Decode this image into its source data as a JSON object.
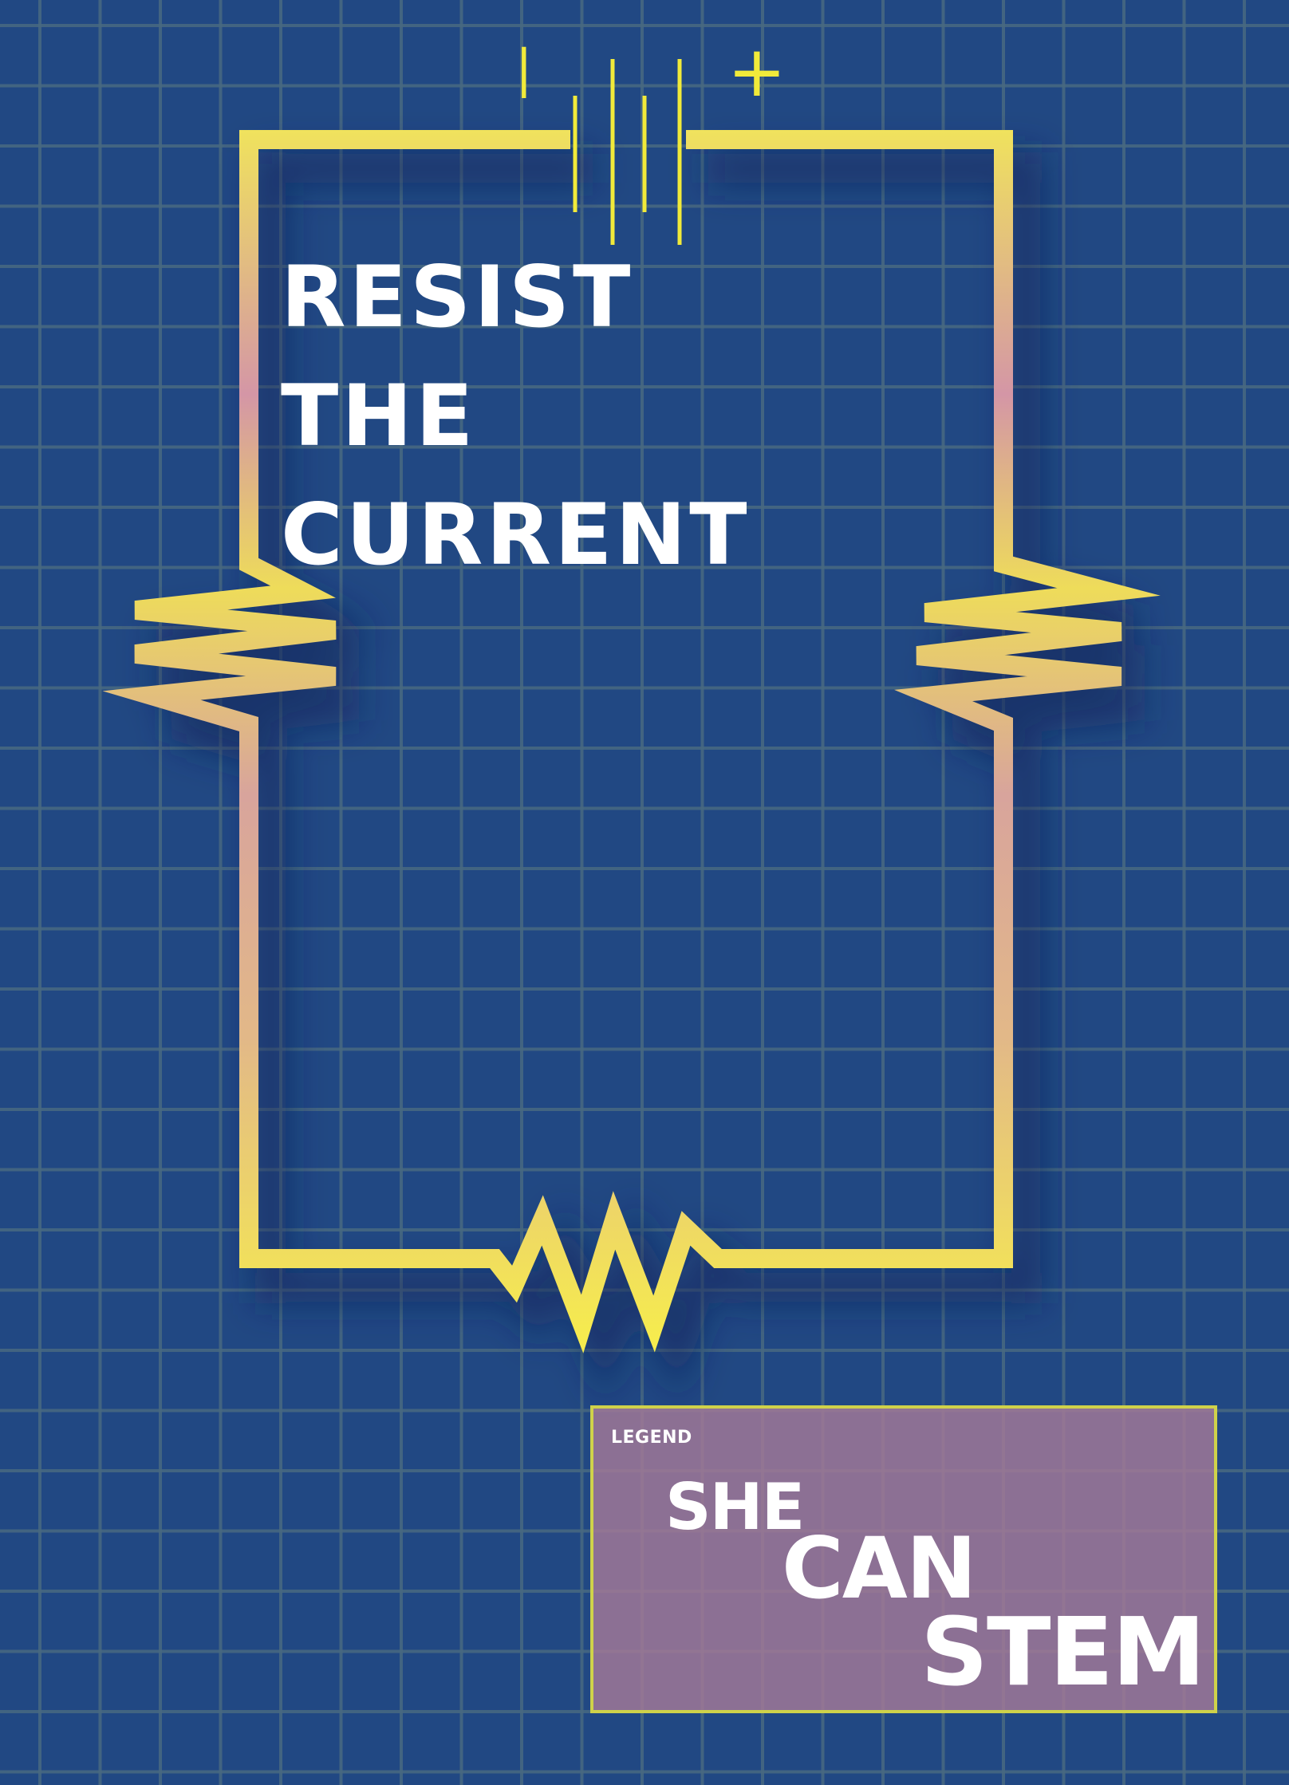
{
  "poster": {
    "headline_lines": [
      "RESIST",
      "THE",
      "CURRENT"
    ],
    "battery": {
      "minus_sign": "|",
      "plus_sign": "+"
    },
    "legend": {
      "label": "LEGEND",
      "words": [
        "SHE",
        "CAN",
        "STEM"
      ]
    }
  },
  "colors": {
    "background": "#214883",
    "grid": "#486880",
    "wire_yellow": "#f3e45a",
    "wire_pink": "#d49aa6",
    "battery": "#f1ea3a",
    "legend_fill": "#a37997",
    "legend_border": "#cfd24a",
    "text": "#ffffff"
  }
}
